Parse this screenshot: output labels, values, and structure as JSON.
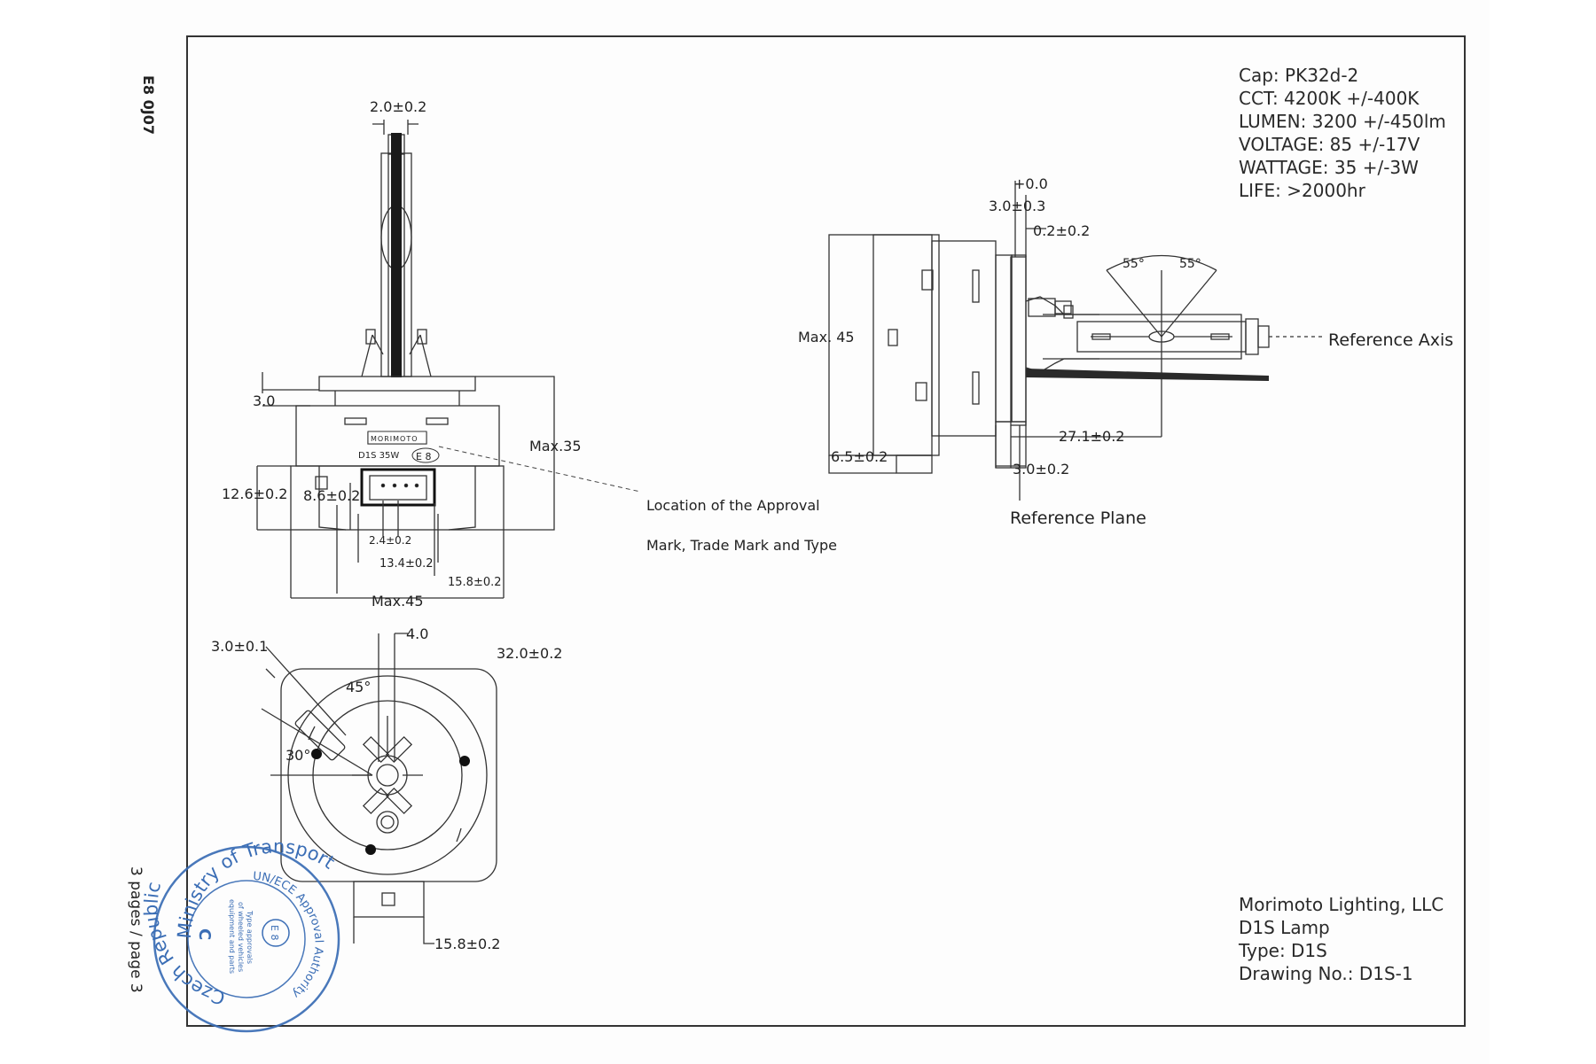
{
  "side_labels": {
    "approval_code": "E8 0J07",
    "pages": "3 pages / page 3"
  },
  "specs": [
    "Cap: PK32d-2",
    "CCT: 4200K +/-400K",
    "LUMEN: 3200 +/-450lm",
    "VOLTAGE: 85 +/-17V",
    "WATTAGE: 35 +/-3W",
    "LIFE: >2000hr"
  ],
  "title_block": [
    "Morimoto Lighting, LLC",
    "D1S Lamp",
    "Type: D1S",
    "Drawing No.: D1S-1"
  ],
  "front_view": {
    "dims": {
      "tip_width": "2.0±0.2",
      "flange": "3.0",
      "max35": "Max.35",
      "h12_6": "12.6±0.2",
      "h8_6": "8.6±0.2",
      "pin_2_4": "2.4±0.2",
      "w13_4": "13.4±0.2",
      "w15_8": "15.8±0.2",
      "max45": "Max.45"
    },
    "marking": {
      "brand": "MORIMOTO",
      "type": "D1S 35W",
      "emark": "E 8"
    },
    "note_lines": [
      "Location of the Approval",
      "Mark, Trade Mark and Type"
    ]
  },
  "side_view": {
    "dims": {
      "plus0": "+0.0",
      "d3_0_3": "3.0±0.3",
      "d0_2": "0.2±0.2",
      "angle_left": "55°",
      "angle_right": "55°",
      "max45": "Max. 45",
      "d27_1": "27.1±0.2",
      "d6_5": "6.5±0.2",
      "d3_0_2": "3.0±0.2"
    },
    "reference_axis": "Reference Axis",
    "reference_plane": "Reference Plane"
  },
  "bottom_view": {
    "dims": {
      "d3_0_1": "3.0±0.1",
      "d4_0": "4.0",
      "d32_0": "32.0±0.2",
      "a45": "45°",
      "a30": "30°",
      "d15_8": "15.8±0.2"
    }
  },
  "stamp": {
    "outer_top": "Ministry of Transport",
    "outer_left": "Czech Republic",
    "inner_arc": "UN/ECE Approval Authority",
    "center_lines": [
      "Type approvals",
      "of wheeled vehicles",
      "equipment and parts"
    ],
    "letter": "C",
    "mark": "E 8",
    "color": "#3a6db5"
  }
}
